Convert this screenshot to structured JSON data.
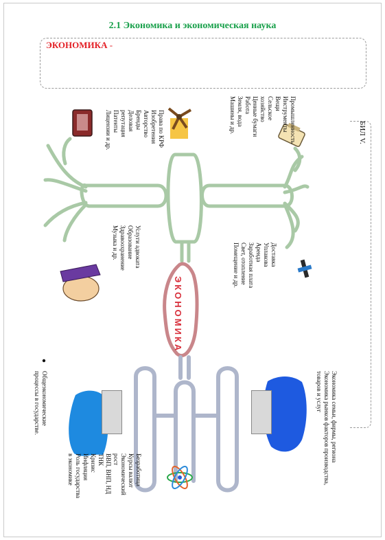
{
  "title": "2.1 Экономика и экономическая наука",
  "definition": {
    "label": "ЭКОНОМИКА",
    "dash": " -"
  },
  "center_label": "ЭКОНОМИКА",
  "side_label": "БИЛ V.",
  "top_right_list": [
    "Промышленность",
    "Инструменты",
    "Вещи",
    "Сельское",
    "хозяйство",
    "Ценные бумаги",
    "Работа",
    "Земля, вода",
    "Машины и др."
  ],
  "top_left_list": [
    "Права по КРФ",
    "Изобретения",
    "Авторство",
    "Бренды",
    "Деловая",
    "репутация",
    "Патенты",
    "Лицензии и др."
  ],
  "middle_right_list": [
    "Доставка",
    "Уплакова",
    "Аренда",
    "Заработная плата",
    "Свет, отопление",
    "Помещение и др."
  ],
  "middle_left_list": [
    "Услуги адвоката",
    "Образование",
    "Здравоохранение",
    "Музыка и др."
  ],
  "bottom_right_text": [
    "Экономика семьи, фирмы, региона",
    "Экономика рынков факторов производства,",
    "товаров и услуг"
  ],
  "bottom_left_text": [
    "Общеэкономические",
    "процессы в государстве."
  ],
  "bottom_middle_list": [
    "Безработица",
    "Курсы валют",
    "Экономический",
    "рост",
    "ВВП, ВНП, НД",
    "ТНК",
    "Кризис",
    "Инфляция",
    "Роль государства",
    "в экономике"
  ]
}
